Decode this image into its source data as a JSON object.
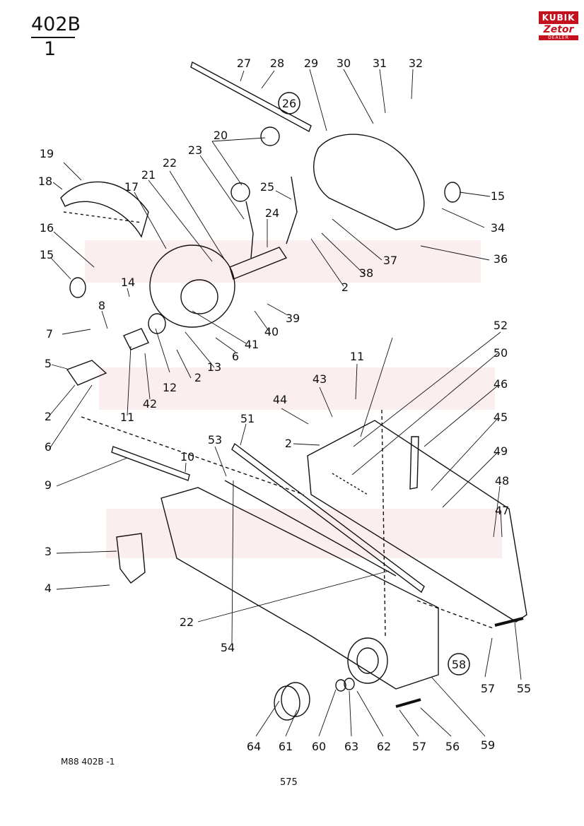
{
  "sheet": {
    "number": "402B",
    "sub": "1"
  },
  "brand": {
    "top": "KUBIK",
    "middle": "Zetor",
    "bottom": "DEALER",
    "color": "#c3111d"
  },
  "footer": {
    "code": "M88  402B -1",
    "page": "575"
  },
  "callouts": [
    "27",
    "28",
    "29",
    "30",
    "31",
    "32",
    "26",
    "20",
    "19",
    "18",
    "23",
    "22",
    "21",
    "17",
    "25",
    "15",
    "34",
    "24",
    "16",
    "37",
    "36",
    "15",
    "38",
    "2",
    "14",
    "8",
    "39",
    "7",
    "40",
    "41",
    "6",
    "13",
    "5",
    "2",
    "12",
    "11",
    "42",
    "2",
    "6",
    "52",
    "50",
    "11",
    "43",
    "46",
    "44",
    "45",
    "51",
    "53",
    "2",
    "49",
    "10",
    "48",
    "9",
    "47",
    "3",
    "4",
    "22",
    "54",
    "58",
    "57",
    "55",
    "64",
    "61",
    "60",
    "63",
    "62",
    "57",
    "56",
    "59"
  ],
  "circled": [
    "26",
    "58"
  ]
}
